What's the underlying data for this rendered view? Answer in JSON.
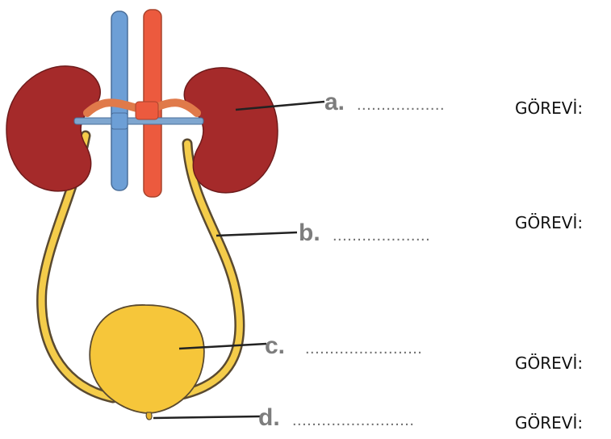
{
  "diagram": {
    "parts": [
      {
        "letter": "a.",
        "dots": "..................",
        "duty_label": "GÖREVİ:"
      },
      {
        "letter": "b.",
        "dots": "....................",
        "duty_label": "GÖREVİ:"
      },
      {
        "letter": "c.",
        "dots": "........................",
        "duty_label": "GÖREVİ:"
      },
      {
        "letter": "d.",
        "dots": ".........................",
        "duty_label": "GÖREVİ:"
      }
    ]
  },
  "colors": {
    "kidney": "#a52a2a",
    "vein": "#6d9fd6",
    "artery": "#ec5a3e",
    "ureter": "#f4cc4a",
    "bladder": "#f6c63a",
    "outline": "#5a4a30",
    "leader": "#222222"
  },
  "icons": {
    "organs": [
      "kidney-left",
      "kidney-right",
      "vein",
      "artery",
      "ureter-left",
      "ureter-right",
      "bladder",
      "urethra"
    ]
  }
}
